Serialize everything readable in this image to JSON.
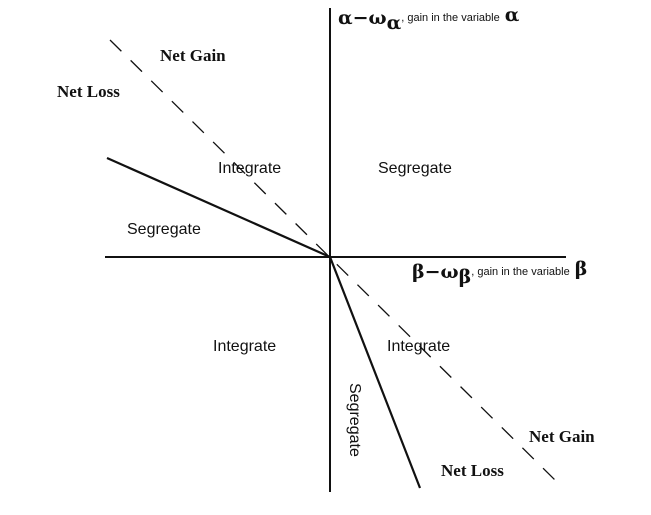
{
  "y_axis_label": {
    "symbol": "α−ω",
    "subscript": "α",
    "text": ", gain in the variable",
    "variable": "α"
  },
  "x_axis_label": {
    "symbol": "β−ω",
    "subscript": "β",
    "text": ", gain in the variable",
    "variable": "β"
  },
  "regions": {
    "upper_left_integrate": "Integrate",
    "upper_right_segregate": "Segregate",
    "left_segregate": "Segregate",
    "lower_left_integrate": "Integrate",
    "lower_right_integrate": "Integrate",
    "lower_segregate": "Segregate"
  },
  "dashed_line_labels": {
    "top_net_gain": "Net Gain",
    "top_net_loss": "Net Loss",
    "bottom_net_gain": "Net Gain",
    "bottom_net_loss": "Net Loss"
  }
}
